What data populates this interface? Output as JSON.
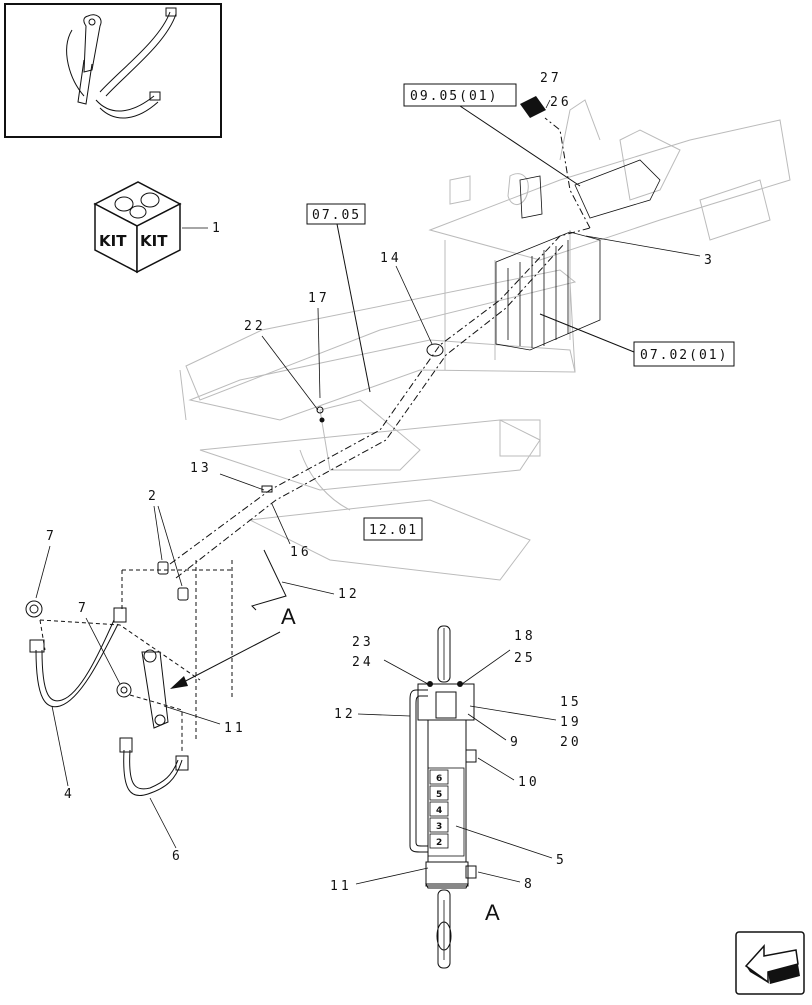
{
  "diagram": {
    "kit_labels": [
      "KIT",
      "KIT"
    ],
    "section_labels": {
      "arrow": "A",
      "view": "A"
    },
    "references": [
      "09.05(01)",
      "07.05",
      "07.02(01)",
      "12.01"
    ],
    "callouts": {
      "c1": "1",
      "c2": "2",
      "c3": "3",
      "c4": "4",
      "c5": "5",
      "c6": "6",
      "c7a": "7",
      "c7b": "7",
      "c8": "8",
      "c9": "9",
      "c10": "10",
      "c11a": "11",
      "c11b": "11",
      "c12a": "12",
      "c12b": "12",
      "c13": "13",
      "c14": "14",
      "c15": "15",
      "c16": "16",
      "c17": "17",
      "c18": "18",
      "c19": "19",
      "c20": "20",
      "c22": "22",
      "c23": "23",
      "c24": "24",
      "c25": "25",
      "c26": "26",
      "c27": "27"
    },
    "gauge_scale": [
      "6",
      "5",
      "4",
      "3",
      "2"
    ],
    "icons": [
      "hose-assembly-icon",
      "kit-box-icon",
      "navigation-arrow-icon"
    ]
  }
}
